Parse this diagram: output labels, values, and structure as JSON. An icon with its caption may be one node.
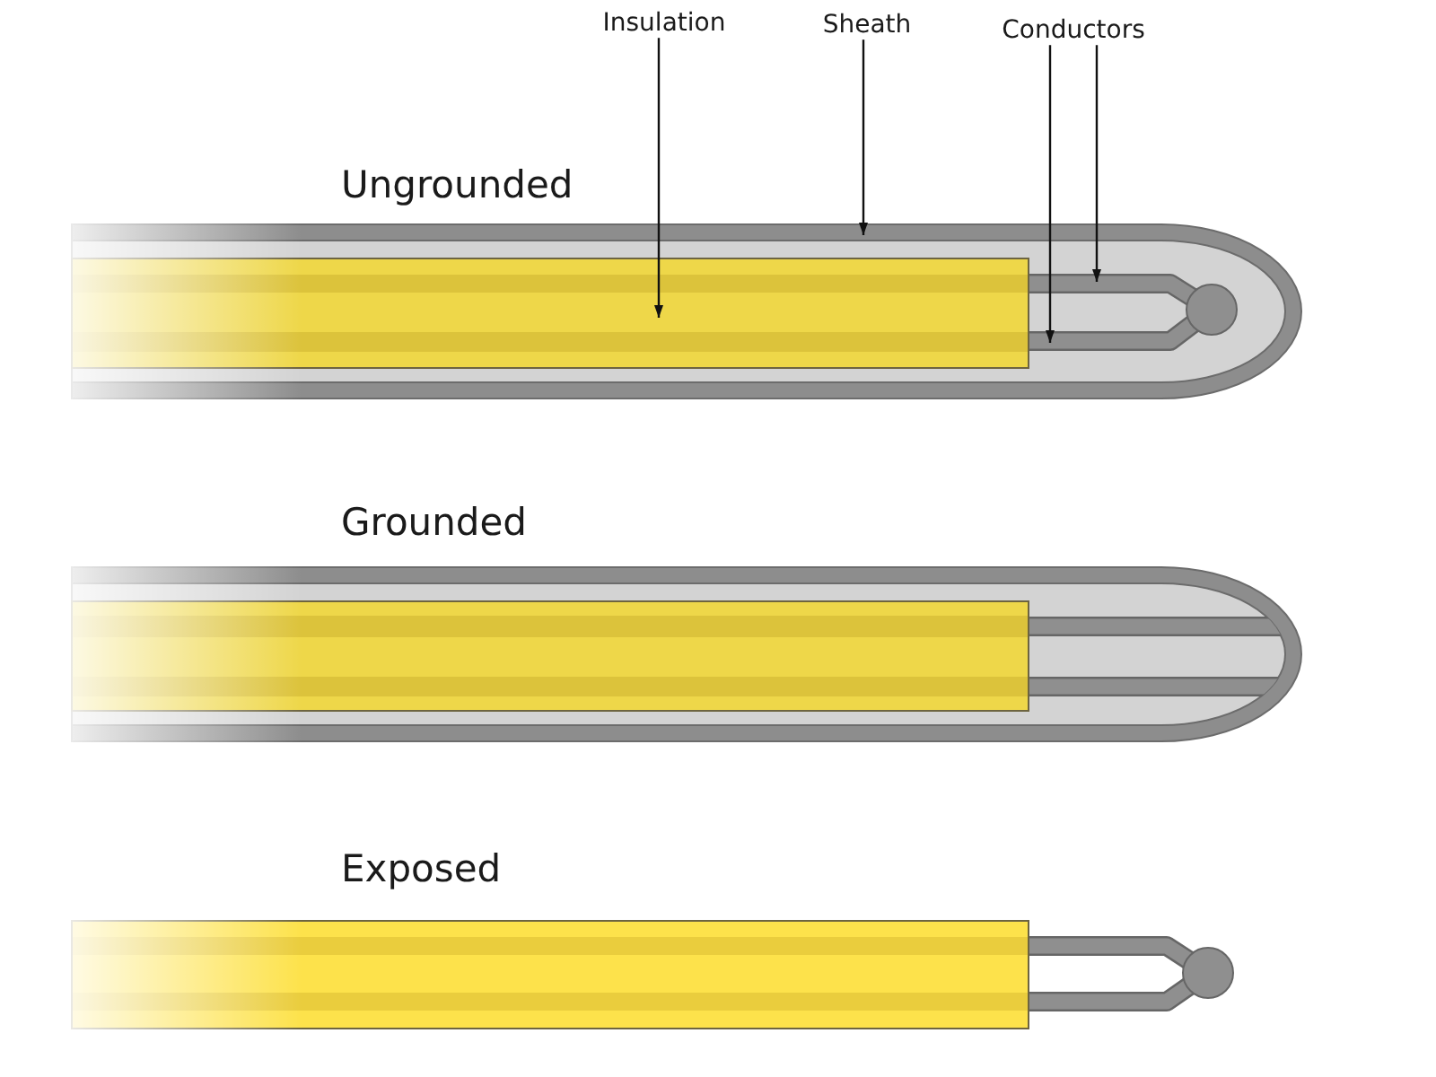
{
  "diagram": {
    "nodes": [
      {
        "text": [
          "Insulation"
        ]
      },
      {
        "text": [
          "Sheath"
        ]
      },
      {
        "text": [
          "Conductors"
        ]
      },
      {
        "text": [],
        "shape": "tube"
      },
      {
        "text": [],
        "shape": "bar",
        "in": 3
      },
      {
        "text": [],
        "shape": "wire",
        "in": 3
      },
      {
        "text": [],
        "shape": "wire",
        "in": 3
      },
      {
        "text": [],
        "shape": "tube"
      },
      {
        "text": [],
        "shape": "bar",
        "in": 7
      },
      {
        "text": [],
        "shape": "wire",
        "in": 7
      },
      {
        "text": [],
        "shape": "wire",
        "in": 7
      },
      {
        "text": [],
        "shape": "bar"
      },
      {
        "text": [],
        "shape": "wire"
      },
      {
        "text": [],
        "shape": "wire"
      }
    ],
    "edges": [
      {
        "from": 0,
        "to": 4,
        "arrow": "to"
      },
      {
        "from": 1,
        "to": 3,
        "arrow": "to"
      },
      {
        "from": 2,
        "to": 6,
        "arrow": "to"
      },
      {
        "from": 2,
        "to": 5,
        "arrow": "to"
      }
    ],
    "labels": [
      "Ungrounded",
      "Grounded",
      "Exposed"
    ]
  }
}
